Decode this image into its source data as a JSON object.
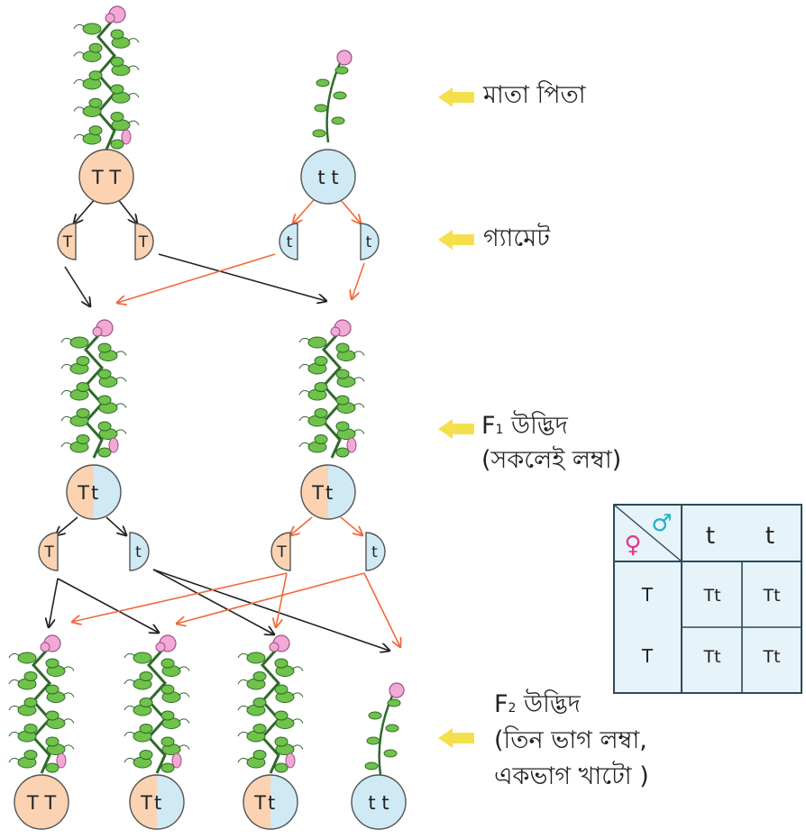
{
  "labels": {
    "parents": "মাতা পিতা",
    "gametes": "গ্যামেট",
    "f1_prefix": "F",
    "f1_sub": "1",
    "f1_rest": " উদ্ভিদ",
    "f1_note": "(সকলেই লম্বা)",
    "f2_prefix": "F",
    "f2_sub": "2",
    "f2_rest": " উদ্ভিদ",
    "f2_note1": "(তিন ভাগ লম্বা,",
    "f2_note2": "একভাগ খাটো )"
  },
  "parents": [
    {
      "genotype": "T T",
      "form": "tall"
    },
    {
      "genotype": "t t",
      "form": "short"
    }
  ],
  "parent_gametes": [
    "T",
    "T",
    "t",
    "t"
  ],
  "f1": [
    {
      "genotype_dominant": "T",
      "genotype_recessive": "t",
      "form": "tall"
    },
    {
      "genotype_dominant": "T",
      "genotype_recessive": "t",
      "form": "tall"
    }
  ],
  "f1_gametes": [
    "T",
    "t",
    "T",
    "t"
  ],
  "f2": [
    {
      "genotype": "T T",
      "form": "tall"
    },
    {
      "genotype_dominant": "T",
      "genotype_recessive": "t",
      "form": "tall"
    },
    {
      "genotype_dominant": "T",
      "genotype_recessive": "t",
      "form": "tall"
    },
    {
      "genotype": "t t",
      "form": "short"
    }
  ],
  "punnett": {
    "corner_female_symbol": "♀",
    "corner_male_symbol": "♂",
    "cols": [
      "t",
      "t"
    ],
    "rows": [
      "T",
      "T"
    ],
    "cells": [
      [
        "Tt",
        "Tt"
      ],
      [
        "Tt",
        "Tt"
      ]
    ]
  },
  "colors": {
    "dominant_fill": "#fbd3b2",
    "recessive_fill": "#cfeaf4",
    "cross_from_dominant": "#222222",
    "cross_from_recessive": "#f06a3a",
    "pointer_arrow": "#f4e04d",
    "punnett_bg": "#e6f3f9",
    "punnett_border": "#2b4a5a",
    "female_symbol": "#e8338c",
    "male_symbol": "#1fb3c9",
    "leaf": "#6fc24a",
    "leaf_dark": "#2f6a2a",
    "flower": "#f2a9d6"
  }
}
